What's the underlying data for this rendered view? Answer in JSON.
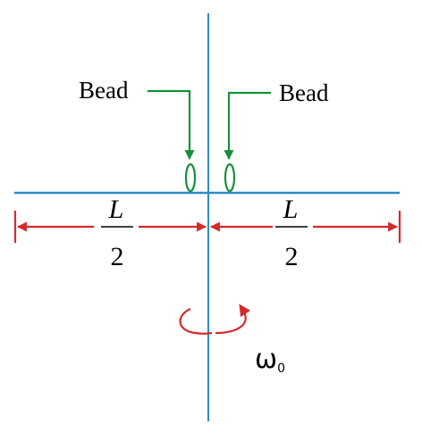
{
  "labels": {
    "bead_left": "Bead",
    "bead_right": "Bead",
    "left_numerator": "L",
    "left_denominator": "2",
    "right_numerator": "L",
    "right_denominator": "2",
    "omega": "ω",
    "omega_subscript": "0"
  },
  "colors": {
    "axis": "#2e8bc0",
    "rod": "#2e8bc0",
    "bead": "#14913a",
    "bead_pointer": "#14913a",
    "dimension": "#d42a2a",
    "rotation": "#d42a2a",
    "text": "#000000"
  }
}
